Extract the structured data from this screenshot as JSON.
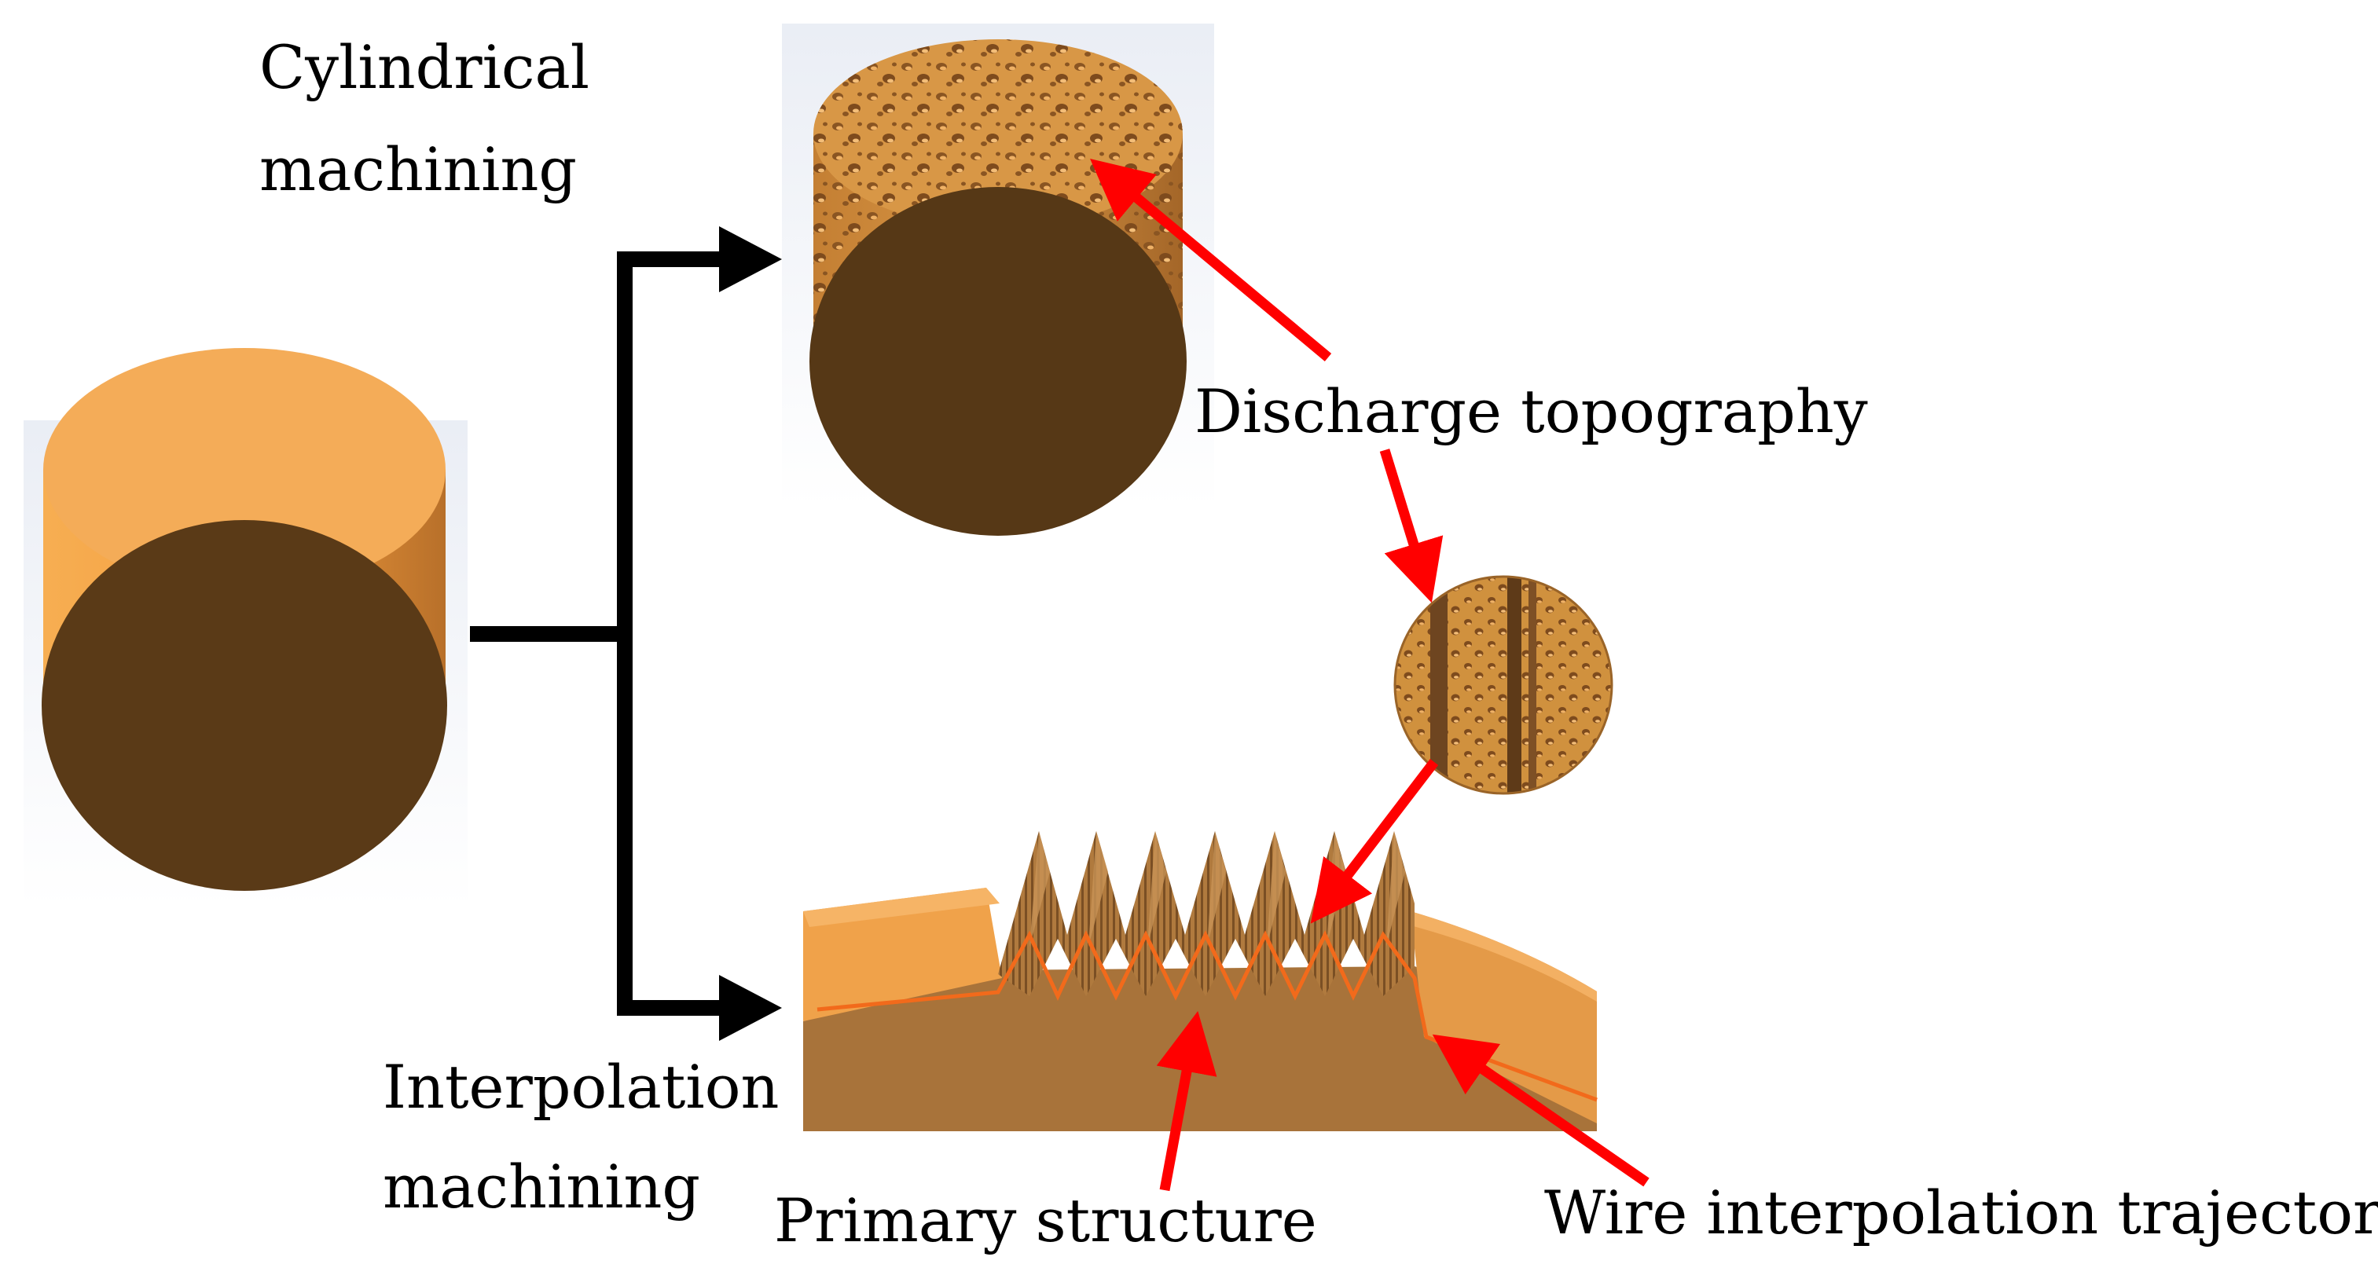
{
  "labels": {
    "cylindrical_line1": "Cylindrical",
    "cylindrical_line2": "machining",
    "interpolation_line1": "Interpolation",
    "interpolation_line2": "machining",
    "discharge_topography": "Discharge topography",
    "primary_structure": "Primary structure",
    "wire_trajectory": "Wire interpolation trajectory"
  },
  "colors": {
    "cylinder_side": "#F2A144",
    "cylinder_top": "#5A3A17",
    "textured_side": "#D2913F",
    "block_body": "#A8733A",
    "trajectory_line": "#F26A1B",
    "annotation_arrow": "#FF0000",
    "flow_arrow": "#000000"
  }
}
